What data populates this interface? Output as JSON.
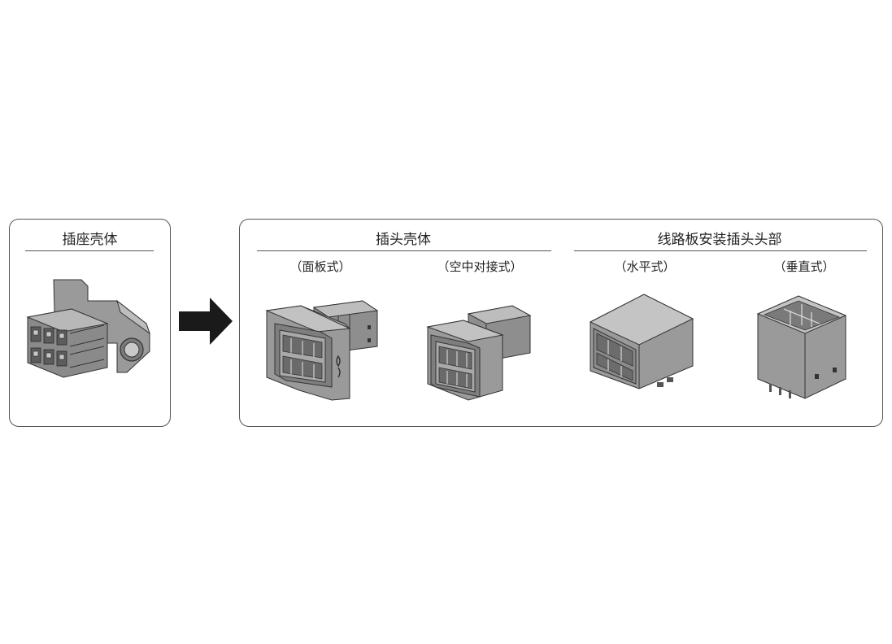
{
  "receptacle": {
    "title": "插座壳体"
  },
  "plug": {
    "title": "插头壳体",
    "variants": [
      {
        "label": "（面板式）"
      },
      {
        "label": "（空中对接式）"
      }
    ]
  },
  "pcb_header": {
    "title": "线路板安装插头头部",
    "variants": [
      {
        "label": "（水平式）"
      },
      {
        "label": "（垂直式）"
      }
    ]
  },
  "colors": {
    "body": "#8c8c8c",
    "light": "#b3b3b3",
    "dark": "#5a5a5a",
    "outline": "#333333",
    "arrow": "#1a1a1a"
  }
}
